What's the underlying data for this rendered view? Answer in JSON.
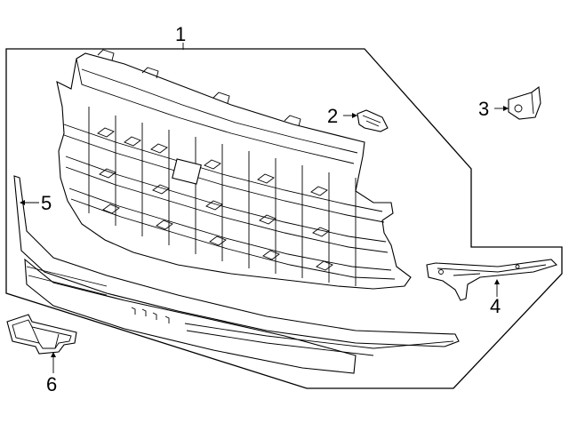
{
  "diagram": {
    "callouts": [
      {
        "id": "1",
        "part": "grille-assembly"
      },
      {
        "id": "2",
        "part": "clip"
      },
      {
        "id": "3",
        "part": "bracket"
      },
      {
        "id": "4",
        "part": "side-bracket"
      },
      {
        "id": "5",
        "part": "lower-molding"
      },
      {
        "id": "6",
        "part": "emblem"
      }
    ]
  }
}
